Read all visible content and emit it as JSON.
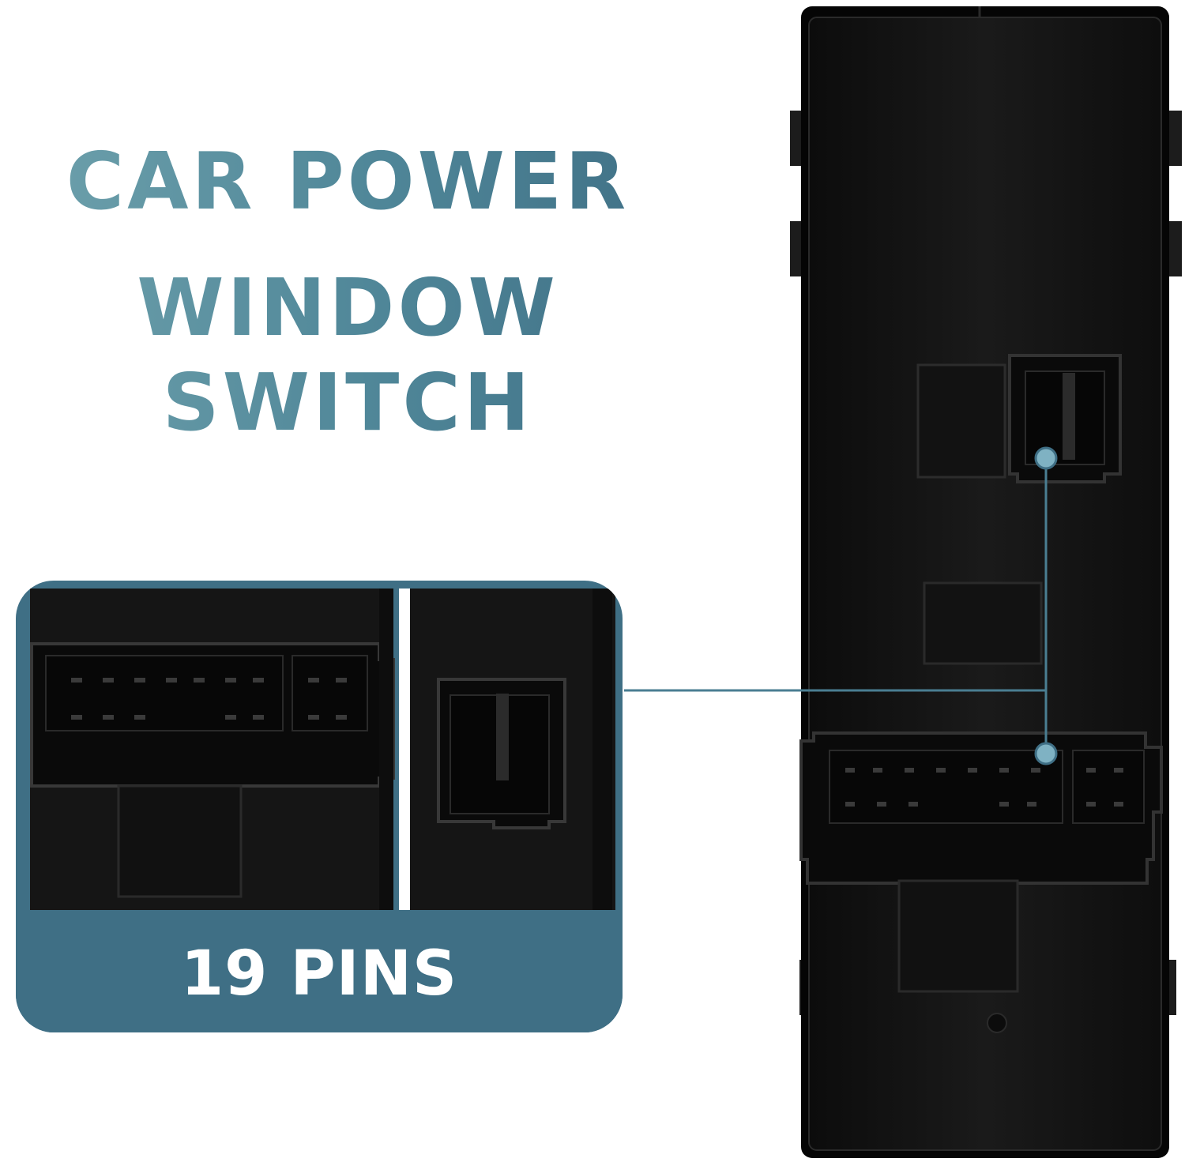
{
  "headline": {
    "line1": "CAR POWER",
    "line2": "WINDOW SWITCH"
  },
  "callout": {
    "label": "19 PINS"
  },
  "colors": {
    "accent": "#3f6f85",
    "headline_light": "#6fa2ad",
    "product_body": "#141414"
  }
}
